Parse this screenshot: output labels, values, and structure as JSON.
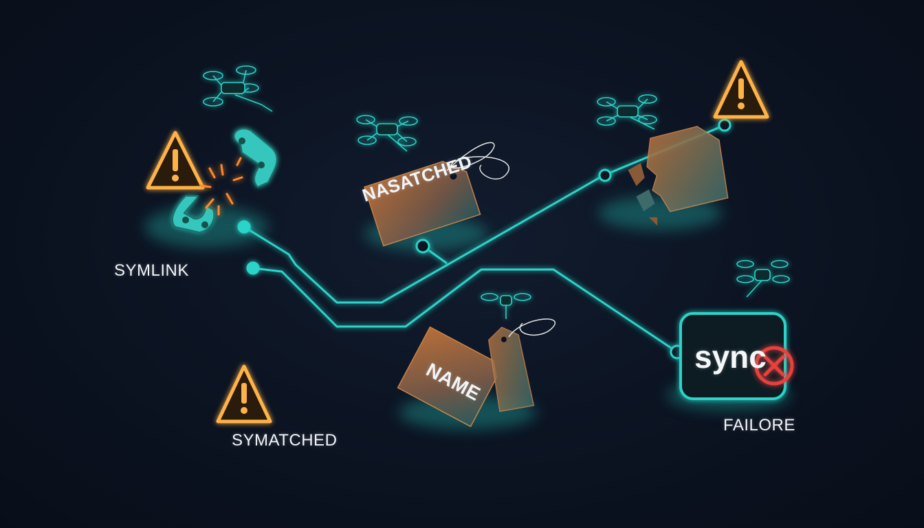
{
  "labels": {
    "symlink": "SYMLINK",
    "symatched": "SYMATCHED",
    "failore": "FAILORE"
  },
  "tags": {
    "nasatched": "NASATCHED",
    "name": "NAME",
    "sync": "sync"
  },
  "icons": [
    "warning-icon",
    "drone-icon",
    "broken-chain-icon",
    "tag-icon",
    "error-x-icon"
  ],
  "colors": {
    "background": "#0b1220",
    "circuit": "#2ad4c8",
    "warning": "#ffb347",
    "tag": "#b86a32",
    "error": "#e8413c"
  }
}
